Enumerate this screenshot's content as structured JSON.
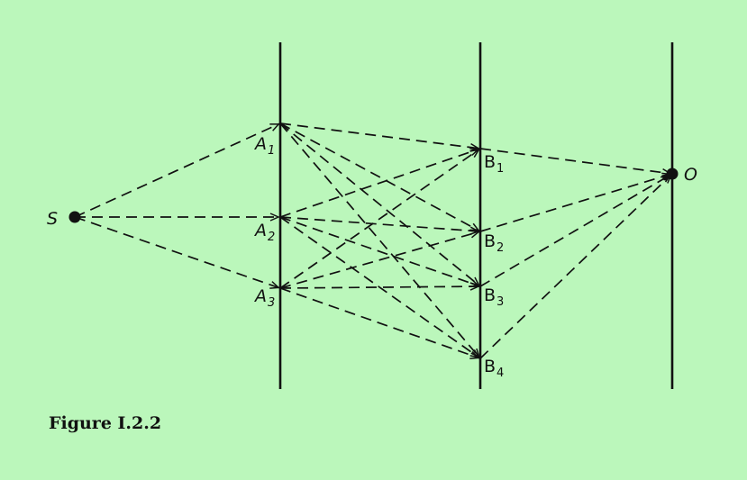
{
  "points": [
    {
      "id": "S",
      "label": "S",
      "sub": ""
    },
    {
      "id": "A1",
      "label": "A",
      "sub": "1"
    },
    {
      "id": "A2",
      "label": "A",
      "sub": "2"
    },
    {
      "id": "A3",
      "label": "A",
      "sub": "3"
    },
    {
      "id": "B1",
      "label": "B",
      "sub": "1"
    },
    {
      "id": "B2",
      "label": "B",
      "sub": "2"
    },
    {
      "id": "B3",
      "label": "B",
      "sub": "3"
    },
    {
      "id": "B4",
      "label": "B",
      "sub": "4"
    },
    {
      "id": "O",
      "label": "O",
      "sub": ""
    }
  ],
  "paths": [
    [
      "S",
      "A1"
    ],
    [
      "S",
      "A2"
    ],
    [
      "S",
      "A3"
    ],
    [
      "A1",
      "B1"
    ],
    [
      "A1",
      "B2"
    ],
    [
      "A1",
      "B3"
    ],
    [
      "A1",
      "B4"
    ],
    [
      "A2",
      "B1"
    ],
    [
      "A2",
      "B2"
    ],
    [
      "A2",
      "B3"
    ],
    [
      "A2",
      "B4"
    ],
    [
      "A3",
      "B1"
    ],
    [
      "A3",
      "B2"
    ],
    [
      "A3",
      "B3"
    ],
    [
      "A3",
      "B4"
    ],
    [
      "B1",
      "O"
    ],
    [
      "B2",
      "O"
    ],
    [
      "B3",
      "O"
    ],
    [
      "B4",
      "O"
    ]
  ],
  "caption": "Figure I.2.2"
}
